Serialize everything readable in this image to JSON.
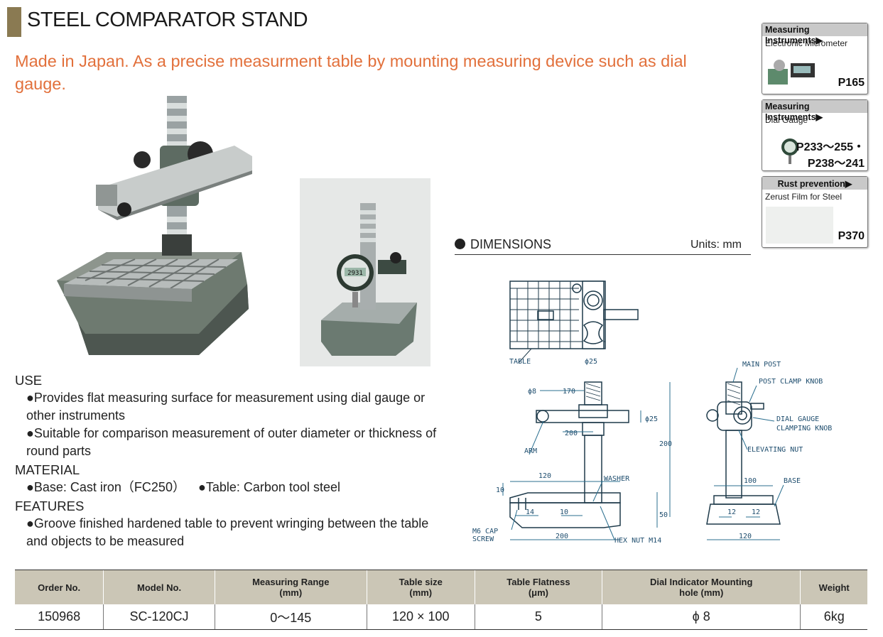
{
  "header": {
    "title": "STEEL COMPARATOR STAND",
    "subtitle": "Made in Japan. As a precise measurment table by mounting measuring device such as dial gauge."
  },
  "use": {
    "heading": "USE",
    "items": [
      "●Provides flat measuring surface for measurement using dial gauge or other instruments",
      "●Suitable for comparison measurement of outer diameter or thickness of round parts"
    ]
  },
  "material": {
    "heading": "MATERIAL",
    "items": [
      "●Base: Cast iron（FC250）",
      "●Table: Carbon tool steel"
    ]
  },
  "features": {
    "heading": "FEATURES",
    "items": [
      "●Groove finished hardened table to prevent wringing between the table and objects to be measured"
    ]
  },
  "sidebar": [
    {
      "category": "Measuring Instruments▶",
      "name": "Electronic Micrometer",
      "page": "P165"
    },
    {
      "category": "Measuring Instruments▶",
      "name": "Dial Gauge",
      "page": "P233～255・",
      "page2": "P238～241"
    },
    {
      "category": "Rust prevention▶",
      "name": "Zerust Film for Steel",
      "page": "P370"
    }
  ],
  "dimensions": {
    "title": "DIMENSIONS",
    "units": "Units: mm",
    "labels": {
      "table": "TABLE",
      "main_post": "MAIN POST",
      "post_clamp_knob": "POST CLAMP KNOB",
      "dial_gauge_clamping_knob_1": "DIAL GAUGE",
      "dial_gauge_clamping_knob_2": "CLAMPING KNOB",
      "elevating_nut": "ELEVATING NUT",
      "base": "BASE",
      "arm": "ARM",
      "washer": "WASHER",
      "hex_nut": "HEX NUT M14",
      "m6_cap_screw_1": "M6 CAP",
      "m6_cap_screw_2": "SCREW",
      "phi25": "ϕ25",
      "phi8": "ϕ8",
      "d170": "170",
      "d200_arm": "200",
      "phi25_v": "ϕ25",
      "d200_v": "200",
      "d120": "120",
      "d10": "10",
      "d14": "14",
      "d10b": "10",
      "d50": "50",
      "d200_base": "200",
      "d100": "100",
      "d12a": "12",
      "d12b": "12",
      "d120_side": "120"
    }
  },
  "spec_table": {
    "headers": [
      "Order No.",
      "Model No.",
      "Measuring Range\n(mm)",
      "Table size\n(mm)",
      "Table Flatness\n(μm)",
      "Dial Indicator Mounting\nhole (mm)",
      "Weight"
    ],
    "rows": [
      [
        "150968",
        "SC-120CJ",
        "0～145",
        "120 × 100",
        "5",
        "ϕ 8",
        "6kg"
      ]
    ]
  }
}
